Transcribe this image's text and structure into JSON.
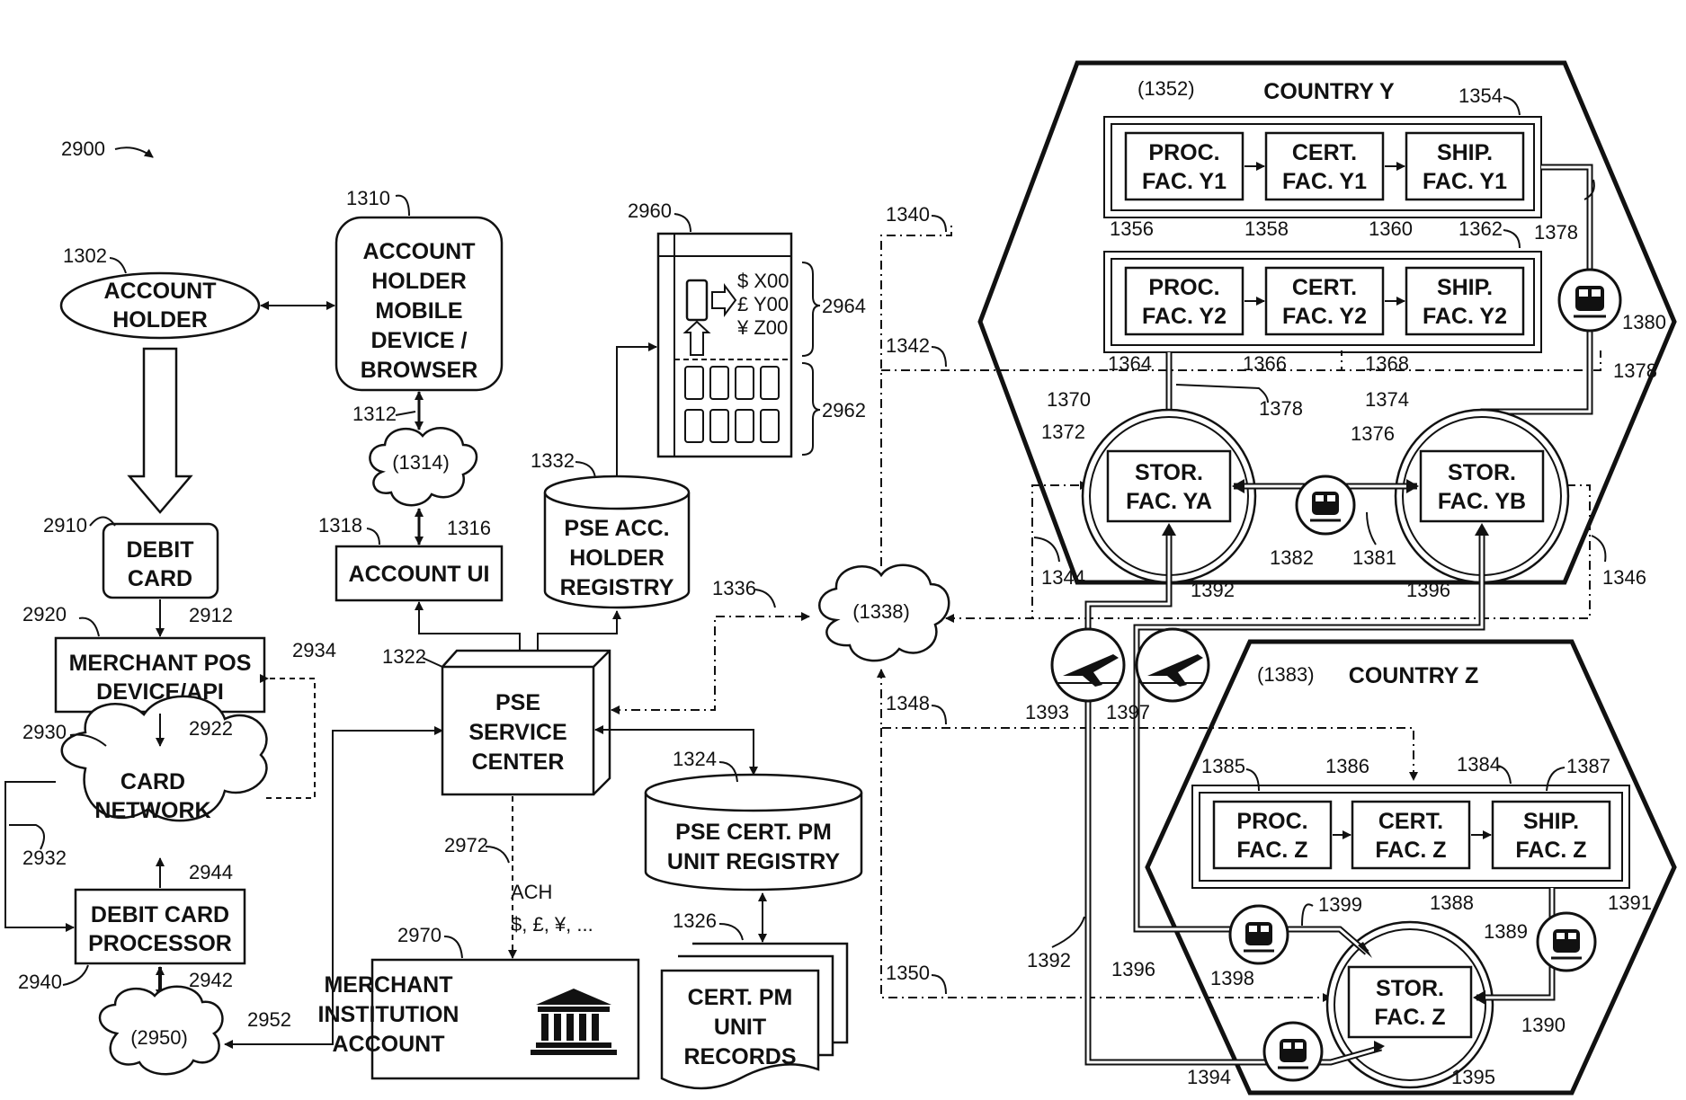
{
  "figure_number": "2900",
  "nodes": {
    "account_holder": {
      "ref": "1302",
      "lines": [
        "ACCOUNT",
        "HOLDER"
      ]
    },
    "mobile_device": {
      "ref": "1310",
      "lines": [
        "ACCOUNT",
        "HOLDER",
        "MOBILE",
        "DEVICE /",
        "BROWSER"
      ]
    },
    "network_1314": {
      "label": "(1314)"
    },
    "account_ui": {
      "ref": "1318",
      "label": "ACCOUNT UI"
    },
    "debit_card": {
      "ref": "2910",
      "lines": [
        "DEBIT",
        "CARD"
      ]
    },
    "merchant_pos": {
      "ref": "2920",
      "lines": [
        "MERCHANT POS",
        "DEVICE/API"
      ]
    },
    "card_network": {
      "ref": "2930",
      "lines": [
        "CARD",
        "NETWORK"
      ]
    },
    "debit_processor": {
      "ref": "2940",
      "lines": [
        "DEBIT CARD",
        "PROCESSOR"
      ]
    },
    "network_2950": {
      "label": "(2950)"
    },
    "pse_service_center": {
      "ref": "1322",
      "lines": [
        "PSE",
        "SERVICE",
        "CENTER"
      ]
    },
    "pse_acc_registry": {
      "ref": "1332",
      "lines": [
        "PSE ACC.",
        "HOLDER",
        "REGISTRY"
      ]
    },
    "phone": {
      "ref": "2960",
      "currencies": [
        "$ X00",
        "£ Y00",
        "¥ Z00"
      ],
      "ref_top": "2964",
      "ref_bottom": "2962"
    },
    "network_1338": {
      "label": "(1338)"
    },
    "pse_cert_registry": {
      "ref": "1324",
      "lines": [
        "PSE CERT. PM",
        "UNIT REGISTRY"
      ]
    },
    "cert_records": {
      "ref": "1326",
      "lines": [
        "CERT. PM",
        "UNIT",
        "RECORDS"
      ]
    },
    "merchant_account": {
      "ref": "2970",
      "lines": [
        "MERCHANT",
        "INSTITUTION",
        "ACCOUNT"
      ]
    },
    "ach": {
      "ref": "2972",
      "lines": [
        "ACH",
        "$, £, ¥, ..."
      ]
    }
  },
  "country_y": {
    "title": "COUNTRY Y",
    "ref": "(1352)",
    "row1": {
      "ref": "1354",
      "boxes": [
        [
          "PROC.",
          "FAC. Y1"
        ],
        [
          "CERT.",
          "FAC. Y1"
        ],
        [
          "SHIP.",
          "FAC. Y1"
        ]
      ],
      "refs": [
        "1356",
        "1358",
        "1360"
      ]
    },
    "row2": {
      "ref": "1362",
      "boxes": [
        [
          "PROC.",
          "FAC. Y2"
        ],
        [
          "CERT.",
          "FAC. Y2"
        ],
        [
          "SHIP.",
          "FAC. Y2"
        ]
      ],
      "refs": [
        "1364",
        "1366",
        "1368"
      ]
    },
    "stor_a": {
      "ref_outer": "1370",
      "ref_inner": "1372",
      "lines": [
        "STOR.",
        "FAC. YA"
      ]
    },
    "stor_b": {
      "ref_outer": "1374",
      "ref_inner": "1376",
      "lines": [
        "STOR.",
        "FAC. YB"
      ]
    },
    "refs": {
      "train": "1380",
      "route": "1378",
      "train2": "1382",
      "link": "1381"
    }
  },
  "country_z": {
    "title": "COUNTRY Z",
    "ref": "(1383)",
    "row": {
      "ref": "1384",
      "boxes": [
        [
          "PROC.",
          "FAC. Z"
        ],
        [
          "CERT.",
          "FAC. Z"
        ],
        [
          "SHIP.",
          "FAC. Z"
        ]
      ],
      "refs": [
        "1385",
        "1386",
        "1387"
      ]
    },
    "stor": {
      "ref_outer": "1388",
      "ref_inner": "1389",
      "lines": [
        "STOR.",
        "FAC. Z"
      ]
    },
    "refs": {
      "train_r": "1391",
      "route_r": "1390",
      "train_l": "1398",
      "route_l": "1399",
      "train_b": "1394",
      "route_b": "1395"
    }
  },
  "refs": {
    "r1312": "1312",
    "r1316": "1316",
    "r2912": "2912",
    "r2934": "2934",
    "r2922": "2922",
    "r2932": "2932",
    "r2944": "2944",
    "r2942": "2942",
    "r2952": "2952",
    "r1336": "1336",
    "r1340": "1340",
    "r1342": "1342",
    "r1344": "1344",
    "r1346": "1346",
    "r1348": "1348",
    "r1350": "1350",
    "r1392a": "1392",
    "r1396a": "1396",
    "r1393": "1393",
    "r1397": "1397",
    "r1392b": "1392",
    "r1396b": "1396"
  }
}
